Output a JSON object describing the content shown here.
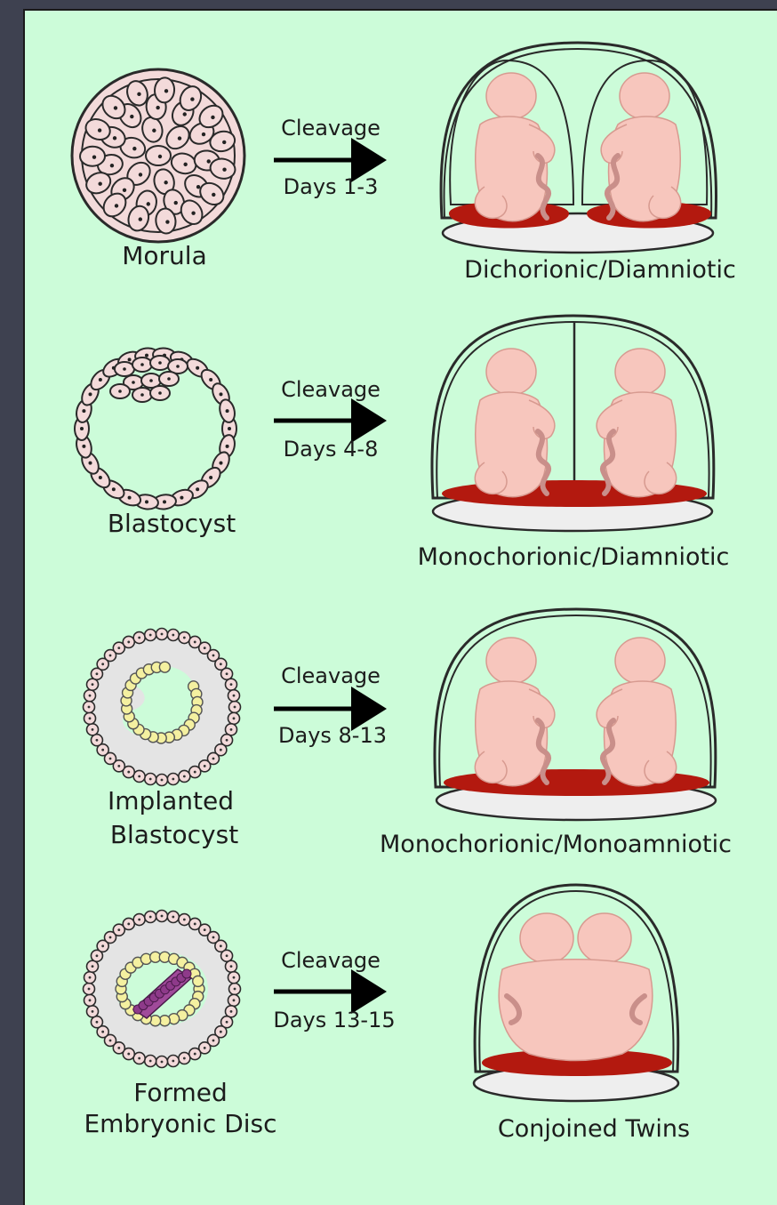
{
  "rows": [
    {
      "stage": [
        "Morula"
      ],
      "cleavage": "Cleavage",
      "days": "Days 1-3",
      "outcome": "Dichorionic/Diamniotic"
    },
    {
      "stage": [
        "Blastocyst"
      ],
      "cleavage": "Cleavage",
      "days": "Days 4-8",
      "outcome": "Monochorionic/Diamniotic"
    },
    {
      "stage": [
        "Implanted",
        "Blastocyst"
      ],
      "cleavage": "Cleavage",
      "days": "Days 8-13",
      "outcome": "Monochorionic/Monoamniotic"
    },
    {
      "stage": [
        "Formed",
        "Embryonic Disc"
      ],
      "cleavage": "Cleavage",
      "days": "Days 13-15",
      "outcome": "Conjoined Twins"
    }
  ],
  "colors": {
    "background": "#3e4150",
    "panel": "#ccfcd9",
    "cell_fill": "#f3dada",
    "cell_stroke": "#2a2a2a",
    "fetus": "#f7c6bd",
    "cord": "#c98f8a",
    "placenta": "#b3190f",
    "sac_fill": "#eeeeee",
    "yolk": "#f4f0a0",
    "disc": "#a04a9a"
  }
}
